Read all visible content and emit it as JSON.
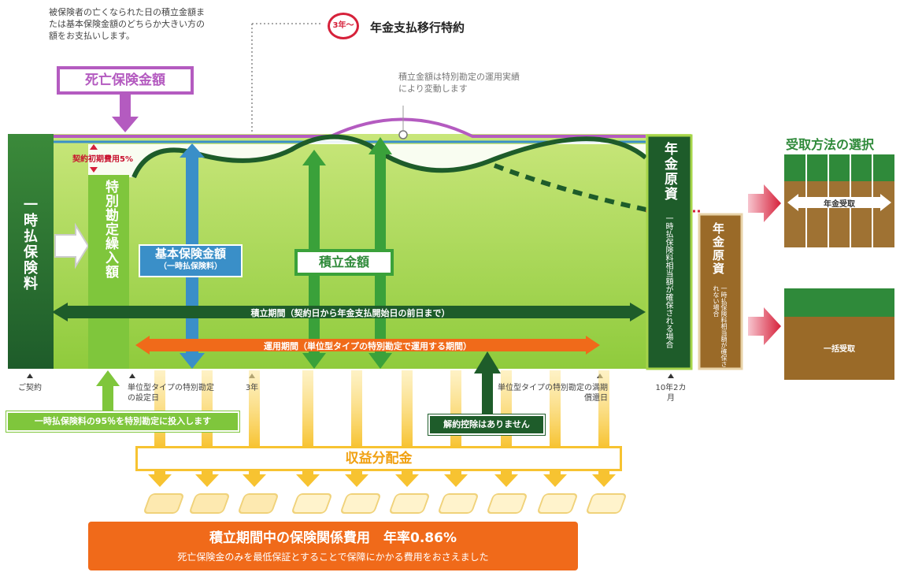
{
  "death_note": "被保険者の亡くなられた日の積立金額または基本保険金額のどちらか大きい方の額をお支払いします。",
  "death_amount_label": "死亡保険金額",
  "initial_cost_label": "契約初期費用5%",
  "pension_transition": {
    "badge": "3年〜",
    "label": "年金支払移行特約"
  },
  "accumulation_note": "積立金額は特別勘定の運用実績により変動します",
  "lump_premium_label": "一時払保険料",
  "special_account_label": "特別勘定繰入額",
  "basic_insurance": {
    "label": "基本保険金額",
    "sub": "（一時払保険料）"
  },
  "accumulated_amount_label": "積立金額",
  "accumulation_period_label": "積立期間（契約日から年金支払開始日の前日まで）",
  "operation_period_label": "運用期間（単位型タイプの特別勘定で運用する期間）",
  "pension_fund_guaranteed": {
    "title": "年金原資",
    "sub": "一時払保険料相当額が確保される場合"
  },
  "pension_fund_not_guaranteed": {
    "title": "年金原資",
    "sub": "一時払保険料相当額が確保されない場合"
  },
  "payout_selection": {
    "title": "受取方法の選択",
    "annuity": "年金受取",
    "lump_sum": "一括受取"
  },
  "timeline": {
    "contract": "ご契約",
    "setup_date": "単位型タイプの特別勘定の設定日",
    "year3": "3年",
    "maturity_date": "単位型タイプの特別勘定の満期償還日",
    "end": "10年2カ月"
  },
  "invest_note": "一時払保険料の95％を特別勘定に投入します",
  "no_surrender_note": "解約控除はありません",
  "profit_distribution_label": "収益分配金",
  "fee_box": {
    "title": "積立期間中の保険関係費用　年率0.86%",
    "sub": "死亡保険金のみを最低保証とすることで保障にかかる費用をおさえました"
  },
  "colors": {
    "dark_green": "#1e5c2a",
    "light_green": "#a6d54a",
    "bright_green": "#7fc63c",
    "purple": "#b45bc0",
    "blue": "#3a8fc8",
    "orange": "#f06a1a",
    "yellow": "#f7c331",
    "brown": "#9a6a28",
    "red": "#d6213a"
  }
}
